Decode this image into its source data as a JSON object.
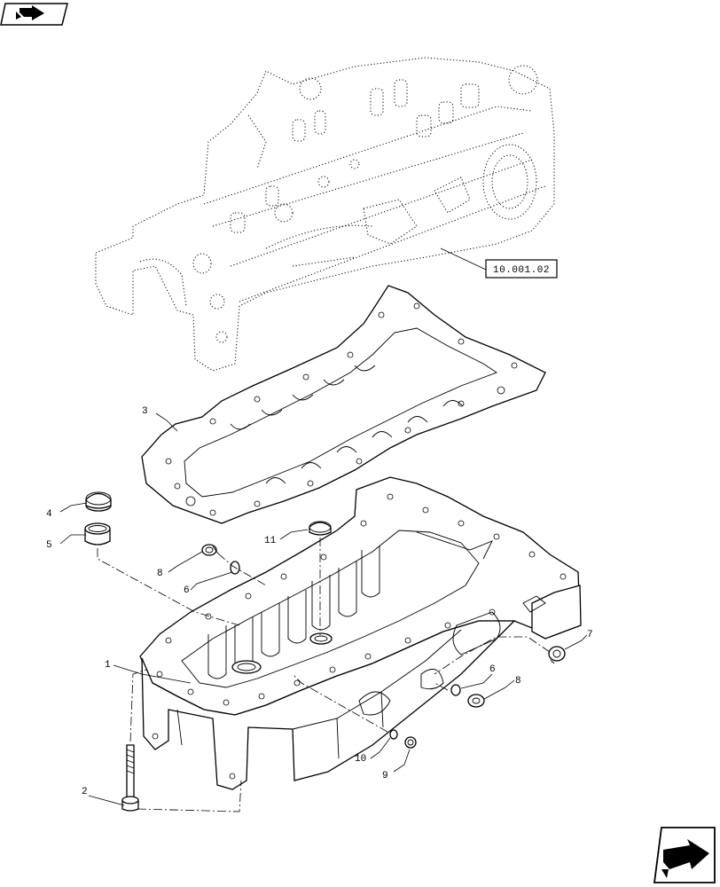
{
  "top_icon": "back-arrow-icon",
  "bottom_icon": "next-arrow-icon",
  "reference": "10.001.02",
  "callouts": {
    "c1": "1",
    "c2": "2",
    "c3": "3",
    "c4": "4",
    "c5": "5",
    "c6a": "6",
    "c6b": "6",
    "c7": "7",
    "c8a": "8",
    "c8b": "8",
    "c9": "9",
    "c10": "10",
    "c11": "11"
  }
}
